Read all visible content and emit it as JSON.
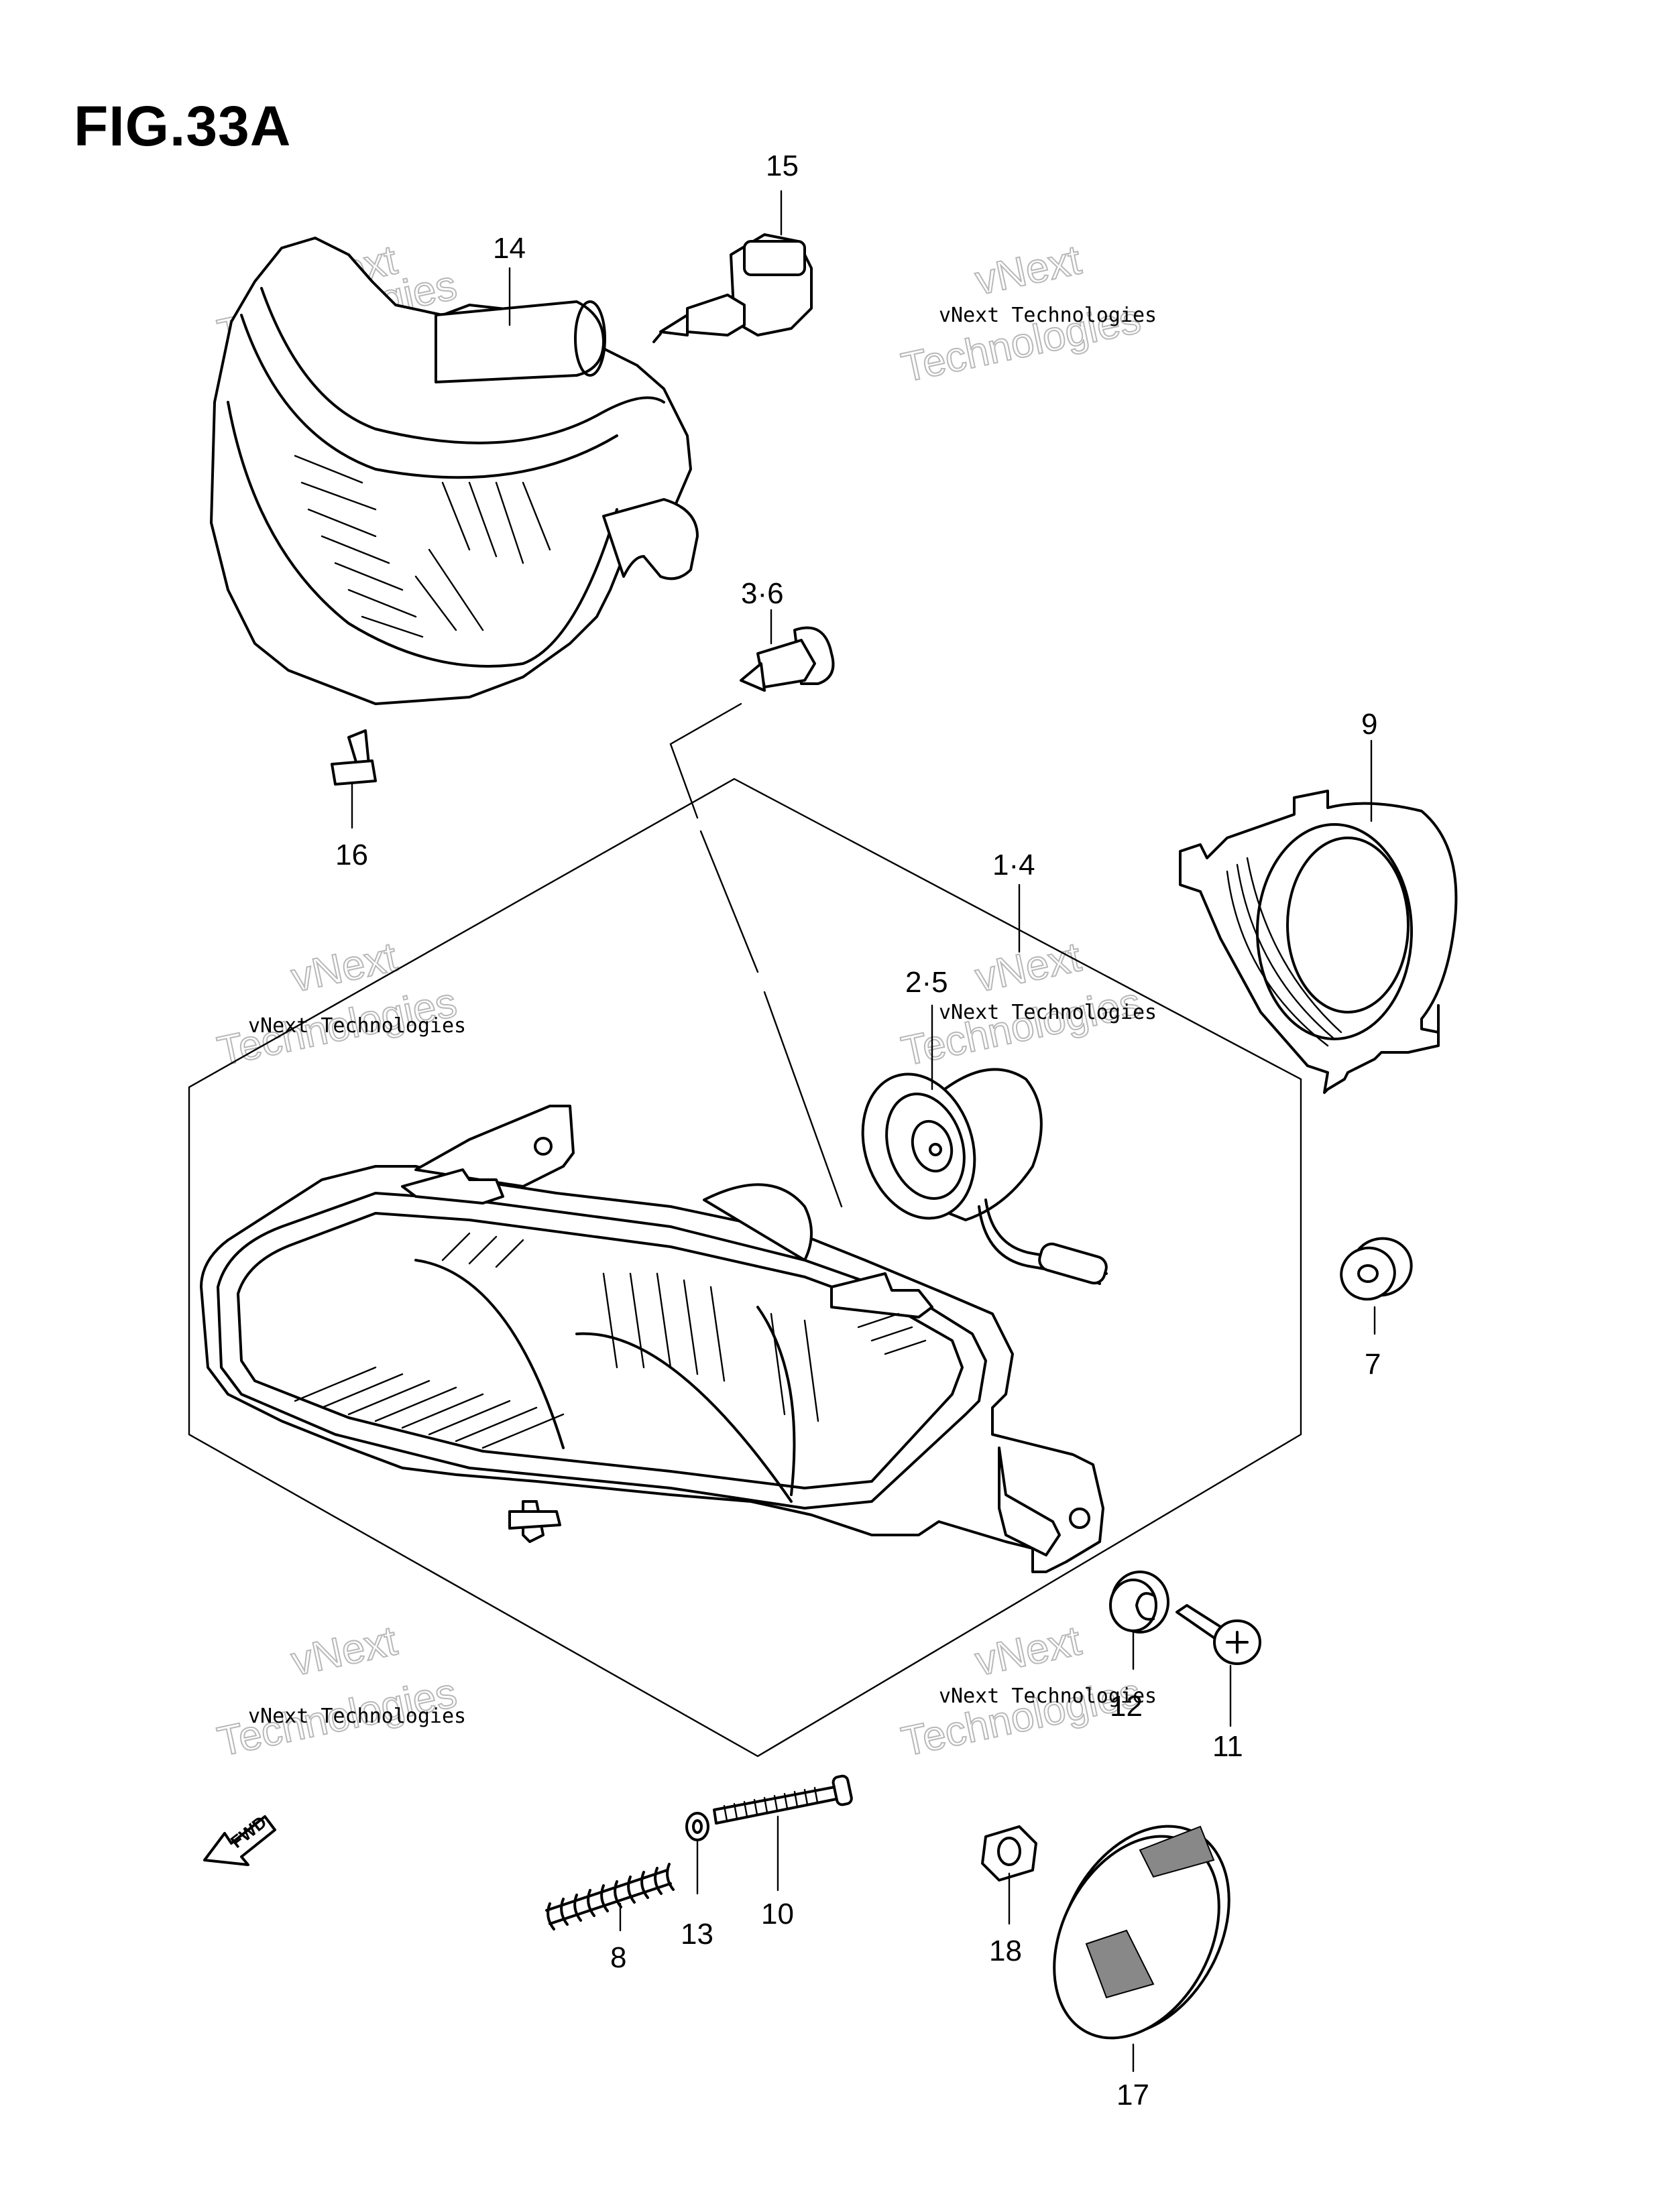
{
  "figure": {
    "title": "FIG.33A"
  },
  "callouts": {
    "p14": "14",
    "p15": "15",
    "p3_6": "3·6",
    "p16": "16",
    "p9": "9",
    "p1_4": "1·4",
    "p2_5": "2·5",
    "p7": "7",
    "p12": "12",
    "p11": "11",
    "p10": "10",
    "p13": "13",
    "p8": "8",
    "p18": "18",
    "p17": "17"
  },
  "direction": {
    "label": "FWD"
  },
  "watermark": {
    "line1": "vNext Technologies",
    "line2": "vNext",
    "line3": "Technologies"
  },
  "colors": {
    "ink": "#000000",
    "watermark": "#b8b8b8",
    "paper": "#ffffff"
  }
}
